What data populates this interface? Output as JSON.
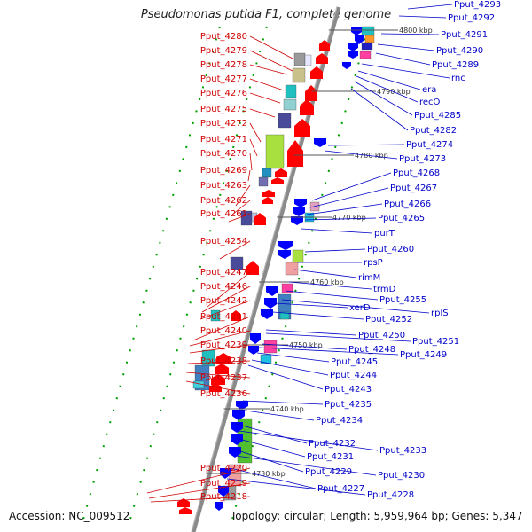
{
  "title": "Pseudomonas putida F1, complete genome",
  "footer": {
    "accession": "Accession: NC_009512",
    "info": "Topology: circular; Length: 5,959,964 bp; Genes: 5,347"
  },
  "colors": {
    "left_label": "#d00000",
    "right_label": "#0000c8",
    "backbone": "#808080",
    "forward_arrow": "#ff0000",
    "reverse_arrow": "#0000ff"
  },
  "ticks": [
    {
      "label": "4800 kbp"
    },
    {
      "label": "4790 kbp"
    },
    {
      "label": "4780 kbp"
    },
    {
      "label": "4770 kbp"
    },
    {
      "label": "4760 kbp"
    },
    {
      "label": "4750 kbp"
    },
    {
      "label": "4740 kbp"
    },
    {
      "label": "4730 kbp"
    }
  ],
  "left_genes": [
    "Pput_4280",
    "Pput_4279",
    "Pput_4278",
    "Pput_4277",
    "Pput_4276",
    "Pput_4275",
    "Pput_4272",
    "Pput_4271",
    "Pput_4270",
    "Pput_4269",
    "Pput_4263",
    "Pput_4262",
    "Pput_4261",
    "Pput_4254",
    "Pput_4247",
    "Pput_4246",
    "Pput_4242",
    "Pput_4241",
    "Pput_4240",
    "Pput_4239",
    "Pput_4238",
    "Pput_4237",
    "Pput_4236",
    "Pput_4220",
    "Pput_4219",
    "Pput_4218"
  ],
  "right_genes": [
    "Pput_4293",
    "Pput_4292",
    "Pput_4291",
    "Pput_4290",
    "Pput_4289",
    "rnc",
    "era",
    "recO",
    "Pput_4285",
    "Pput_4282",
    "Pput_4274",
    "Pput_4273",
    "Pput_4268",
    "Pput_4267",
    "Pput_4266",
    "Pput_4265",
    "purT",
    "Pput_4260",
    "rpsP",
    "rimM",
    "trmD",
    "Pput_4255",
    "rplS",
    "xerD",
    "Pput_4252",
    "Pput_4250",
    "Pput_4251",
    "Pput_4248",
    "Pput_4249",
    "Pput_4245",
    "Pput_4244",
    "Pput_4243",
    "Pput_4235",
    "Pput_4234",
    "Pput_4232",
    "Pput_4233",
    "Pput_4231",
    "Pput_4229",
    "Pput_4230",
    "Pput_4227",
    "Pput_4228"
  ]
}
